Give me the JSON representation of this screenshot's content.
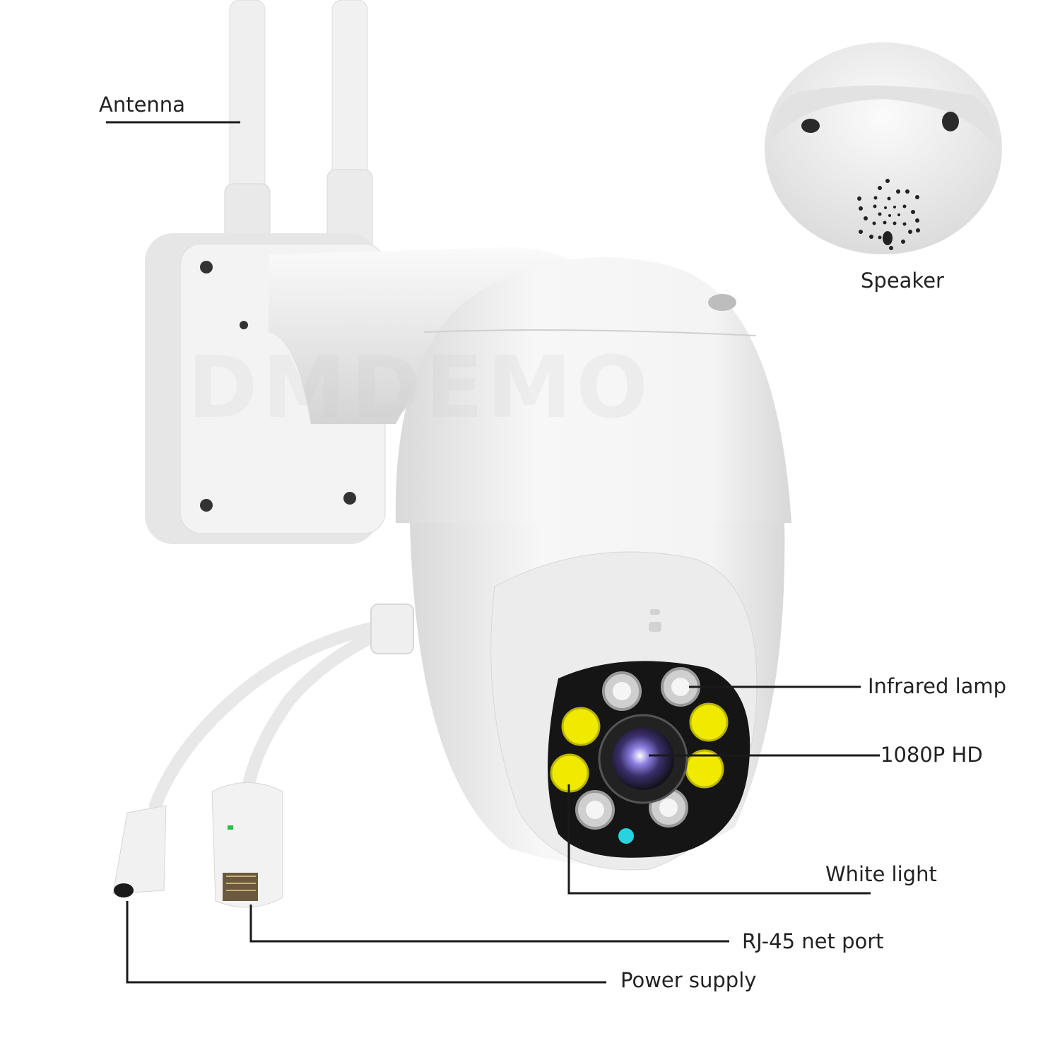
{
  "diagram": {
    "subject": "Outdoor PTZ WiFi security camera",
    "watermark": "DMDEMO",
    "callouts": [
      {
        "id": "antenna",
        "label": "Antenna"
      },
      {
        "id": "speaker",
        "label": "Speaker"
      },
      {
        "id": "infrared-lamp",
        "label": "Infrared lamp"
      },
      {
        "id": "lens",
        "label": "1080P HD"
      },
      {
        "id": "white-light",
        "label": "White light"
      },
      {
        "id": "rj45",
        "label": "RJ-45 net port"
      },
      {
        "id": "power",
        "label": "Power supply"
      }
    ],
    "colors": {
      "body": "#f2f2f2",
      "lens_panel": "#151515",
      "white_led_ring": "#cfcfcf",
      "yellow_led": "#f0ea00",
      "status_led": "#27d3e0",
      "leader_line": "#1a1a1a"
    }
  }
}
